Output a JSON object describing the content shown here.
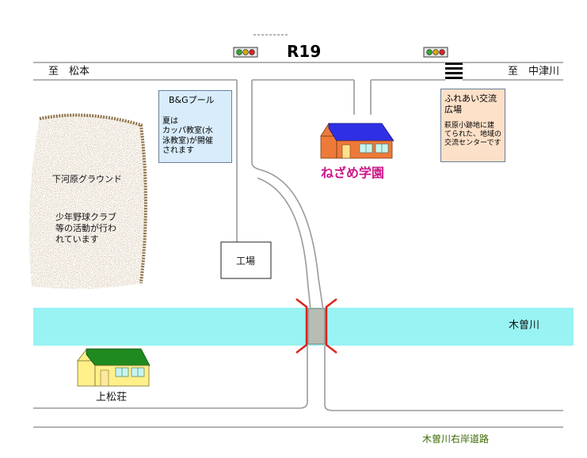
{
  "highway": {
    "name": "R19",
    "to_west": "至　松本",
    "to_east": "至　中津川"
  },
  "places": {
    "pool": {
      "title": "B&Gプール",
      "lines": [
        "夏は",
        "カッパ教室(水",
        "泳教室)が開催",
        "されます"
      ],
      "bg_color": "#d8ecfb"
    },
    "plaza": {
      "title_lines": [
        "ふれあい交流",
        "広場"
      ],
      "lines": [
        "萩原小跡地に建",
        "てられた、地域の",
        "交流センターです"
      ],
      "bg_color": "#fde0c8"
    },
    "ground": {
      "title": "下河原グラウンド",
      "lines": [
        "少年野球クラブ",
        "等の活動が行わ",
        "れています"
      ]
    },
    "factory": {
      "label": "工場"
    },
    "school": {
      "label": "ねざめ学園",
      "label_color": "#cc1a8a"
    },
    "inn": {
      "label": "上松荘"
    }
  },
  "river": {
    "name": "木曽川",
    "color": "#99f3f3"
  },
  "right_bank_road": {
    "name": "木曽川右岸道路",
    "label_color": "#3a6a00"
  },
  "icons": [
    "traffic-signal-icon",
    "crosswalk-icon",
    "bridge-icon",
    "house-icon"
  ]
}
